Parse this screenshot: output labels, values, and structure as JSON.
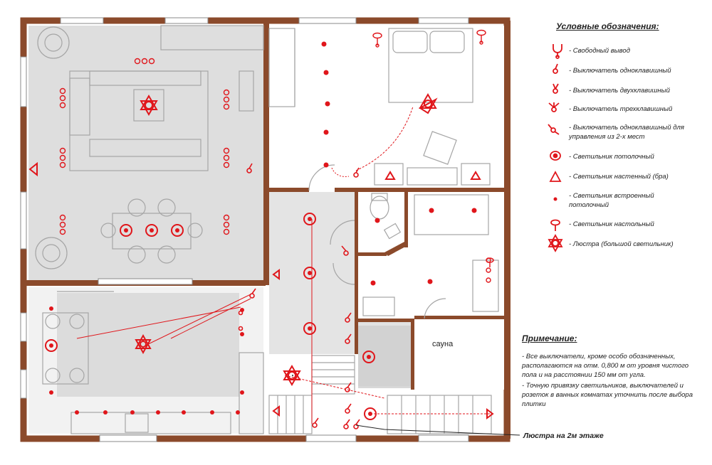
{
  "legend": {
    "title": "Условные обозначения:",
    "items": [
      {
        "key": "free_output",
        "label": "- Свободный вывод"
      },
      {
        "key": "switch_1",
        "label": "- Выключатель одноклавишный"
      },
      {
        "key": "switch_2",
        "label": "- Выключатель двухклавишный"
      },
      {
        "key": "switch_3",
        "label": "- Выключатель трехклавишный"
      },
      {
        "key": "switch_2place",
        "label": "- Выключатель одноклавишный для управления из 2-х мест"
      },
      {
        "key": "ceiling_light",
        "label": "- Светильник потолочный"
      },
      {
        "key": "wall_light",
        "label": "- Светильник настенный (бра)"
      },
      {
        "key": "recessed_light",
        "label": "- Светильник встроенный потолочный"
      },
      {
        "key": "table_lamp",
        "label": "- Светильник настольный"
      },
      {
        "key": "chandelier",
        "label": "- Люстра (большой светильник)"
      }
    ]
  },
  "note": {
    "title": "Примечание:",
    "lines": [
      "- Все выключатели, кроме особо обозначенных, располагаются на отм. 0,800 м от уровня чистого пола и на расстоянии 150 мм от угла.",
      "- Точную привязку светильников, выключателей и розеток в ванных комнатах уточнить после выбора плитки"
    ]
  },
  "rooms": {
    "sauna": "сауна"
  },
  "callout": "Люстра на 2м этаже",
  "colors": {
    "wall": "#8b4a2b",
    "symbol": "#e0161b",
    "floor_gray": "#dcdcdc",
    "furniture": "#9a9a9a"
  }
}
